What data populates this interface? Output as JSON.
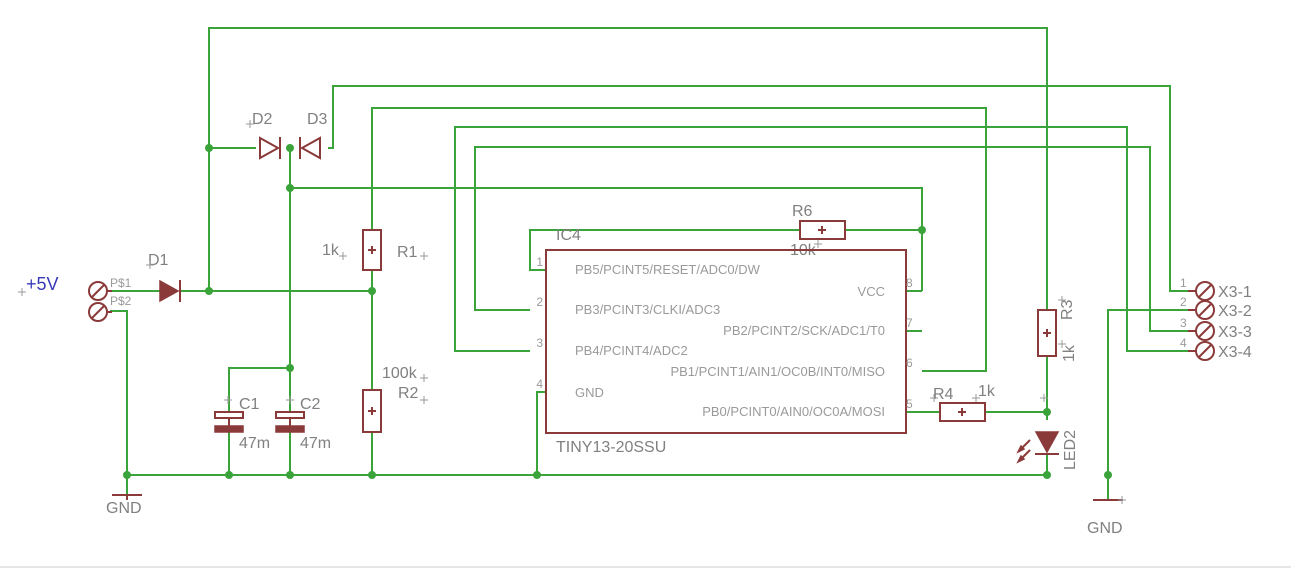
{
  "power": {
    "vcc": "+5V",
    "gnd_left": "GND",
    "gnd_right": "GND"
  },
  "input_pins": [
    "P$1",
    "P$2"
  ],
  "diodes": {
    "d1": "D1",
    "d2": "D2",
    "d3": "D3"
  },
  "resistors": {
    "r1": {
      "name": "R1",
      "value": "1k"
    },
    "r2": {
      "name": "R2",
      "value": "100k"
    },
    "r3": {
      "name": "R3",
      "value": "1k"
    },
    "r4": {
      "name": "R4",
      "value": "1k"
    },
    "r6": {
      "name": "R6",
      "value": "10k"
    }
  },
  "capacitors": {
    "c1": {
      "name": "C1",
      "value": "47m"
    },
    "c2": {
      "name": "C2",
      "value": "47m"
    }
  },
  "ic": {
    "name": "IC4",
    "part": "TINY13-20SSU",
    "left_pins": [
      {
        "num": "1",
        "label": "PB5/PCINT5/RESET/ADC0/DW"
      },
      {
        "num": "2",
        "label": "PB3/PCINT3/CLKI/ADC3"
      },
      {
        "num": "3",
        "label": "PB4/PCINT4/ADC2"
      },
      {
        "num": "4",
        "label": "GND"
      }
    ],
    "right_pins": [
      {
        "num": "8",
        "label": "VCC"
      },
      {
        "num": "7",
        "label": "PB2/PCINT2/SCK/ADC1/T0"
      },
      {
        "num": "6",
        "label": "PB1/PCINT1/AIN1/OC0B/INT0/MISO"
      },
      {
        "num": "5",
        "label": "PB0/PCINT0/AIN0/OC0A/MOSI"
      }
    ]
  },
  "led": "LED2",
  "connector": {
    "pins": [
      {
        "num": "1",
        "label": "X3-1"
      },
      {
        "num": "2",
        "label": "X3-2"
      },
      {
        "num": "3",
        "label": "X3-3"
      },
      {
        "num": "4",
        "label": "X3-4"
      }
    ]
  },
  "colors": {
    "wire": "#3aa33a",
    "part": "#8b3a3a",
    "label": "#808080",
    "power_label": "#3838b8"
  }
}
